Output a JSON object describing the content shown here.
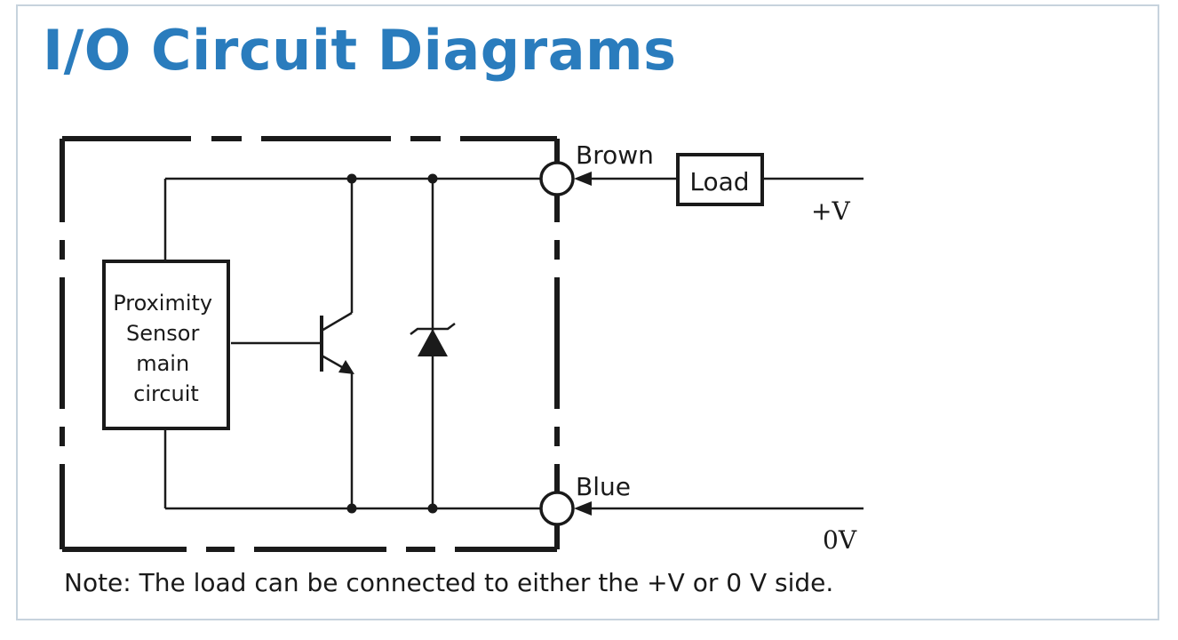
{
  "page": {
    "title": "I/O Circuit Diagrams"
  },
  "diagram": {
    "sensor_block": {
      "lines": [
        "Proximity",
        "Sensor",
        "main",
        "circuit"
      ]
    },
    "terminals": {
      "top": "Brown",
      "bottom": "Blue"
    },
    "load_label": "Load",
    "supply": {
      "positive": "+V",
      "zero": "0V"
    }
  },
  "note": "Note: The load can be connected to either the +V or 0 V side."
}
